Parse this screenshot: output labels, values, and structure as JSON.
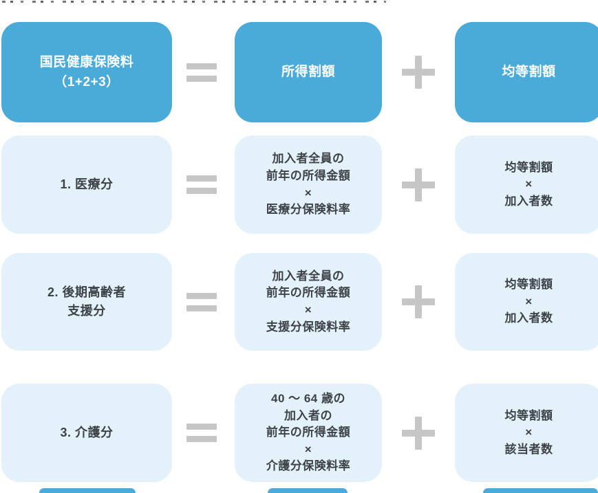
{
  "colors": {
    "header_box": "#4aabd9",
    "light_box": "#e3f1fa",
    "dark_text": "#3d4247",
    "light_text": "#ffffff",
    "operator_gray": "#c6c6c6"
  },
  "operators": {
    "equals": "=",
    "plus": "+"
  },
  "diagram": {
    "rows": [
      {
        "variant": "header",
        "left": "国民健康保険料\n（1+2+3）",
        "middle": "所得割額",
        "right": "均等割額"
      },
      {
        "variant": "light",
        "left": "1. 医療分",
        "middle": "加入者全員の\n前年の所得金額\n×\n医療分保険料率",
        "right": "均等割額\n×\n加入者数"
      },
      {
        "variant": "light",
        "left": "2. 後期高齢者\n支援分",
        "middle": "加入者全員の\n前年の所得金額\n×\n支援分保険料率",
        "right": "均等割額\n×\n加入者数"
      },
      {
        "variant": "light",
        "left": "3. 介護分",
        "middle": "40 ～ 64 歳の\n加入者の\n前年の所得金額\n×\n介護分保険料率",
        "right": "均等割額\n×\n該当者数"
      }
    ]
  }
}
